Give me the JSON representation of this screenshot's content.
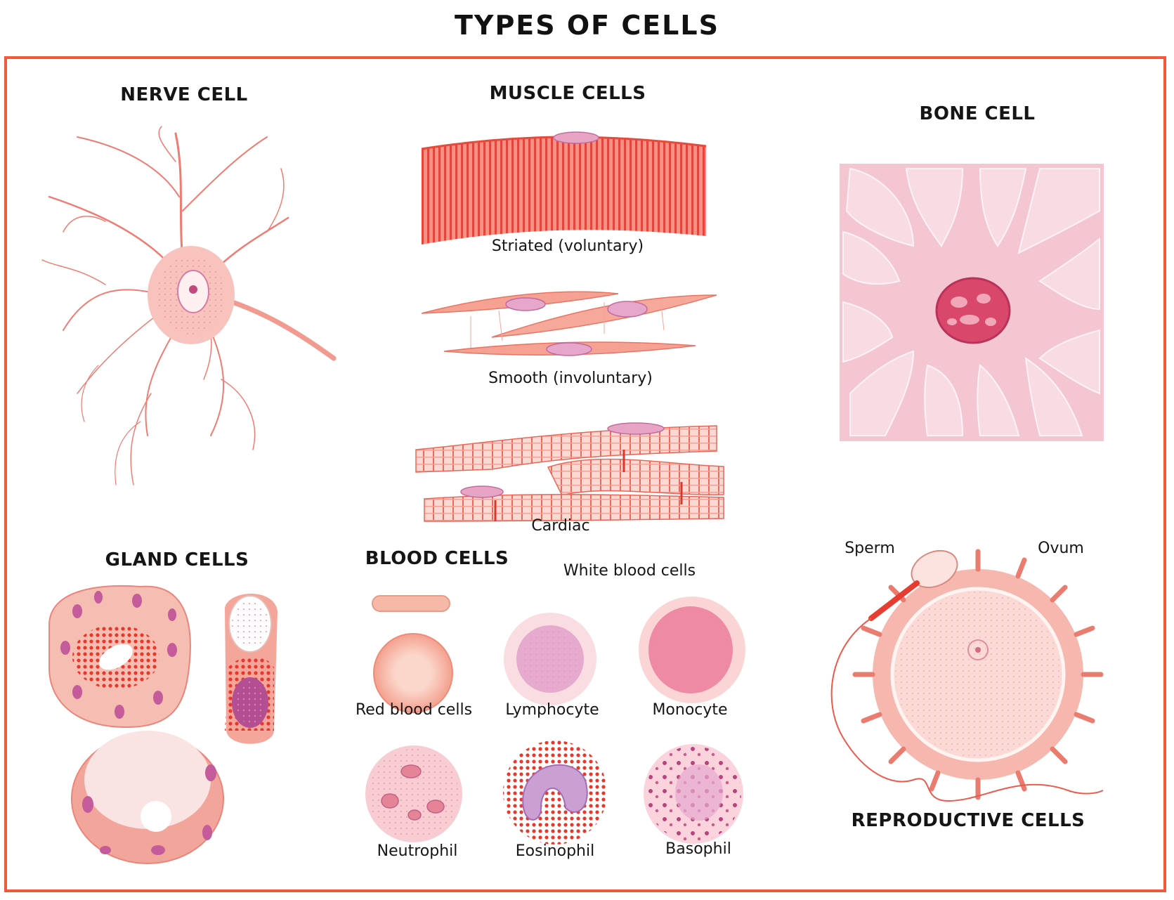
{
  "title": "TYPES OF CELLS",
  "sections": {
    "nerve": {
      "heading": "NERVE CELL"
    },
    "muscle": {
      "heading": "MUSCLE CELLS",
      "striated": "Striated (voluntary)",
      "smooth": "Smooth (involuntary)",
      "cardiac": "Cardiac"
    },
    "bone": {
      "heading": "BONE CELL"
    },
    "gland": {
      "heading": "GLAND CELLS"
    },
    "blood": {
      "heading": "BLOOD CELLS",
      "white_group": "White blood cells",
      "red": "Red blood cells",
      "lymphocyte": "Lymphocyte",
      "monocyte": "Monocyte",
      "neutrophil": "Neutrophil",
      "eosinophil": "Eosinophil",
      "basophil": "Basophil"
    },
    "reproductive": {
      "heading": "REPRODUCTIVE CELLS",
      "sperm": "Sperm",
      "ovum": "Ovum"
    }
  },
  "colors": {
    "frame": "#ef5a3c",
    "cell_pink": "#f6cbc6",
    "muscle_red": "#ee6a5e",
    "nucleus_purple": "#c87aa8",
    "bone_pink": "#f4c6d2",
    "granule_red": "#e8372b"
  }
}
